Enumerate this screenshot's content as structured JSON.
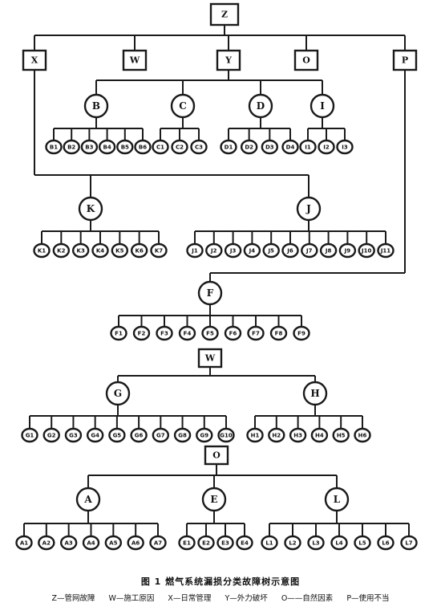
{
  "diagram": {
    "root": "Z",
    "level1": [
      "X",
      "W",
      "Y",
      "O",
      "P"
    ],
    "groups": {
      "B": [
        "B1",
        "B2",
        "B3",
        "B4",
        "B5",
        "B6"
      ],
      "C": [
        "C1",
        "C2",
        "C3"
      ],
      "D": [
        "D1",
        "D2",
        "D3",
        "D4"
      ],
      "I": [
        "I1",
        "I2",
        "I3"
      ],
      "K": [
        "K1",
        "K2",
        "K3",
        "K4",
        "K5",
        "K6",
        "K7"
      ],
      "J": [
        "J1",
        "J2",
        "J3",
        "J4",
        "J5",
        "J6",
        "J7",
        "J8",
        "J9",
        "J10",
        "J11"
      ],
      "F": [
        "F1",
        "F2",
        "F3",
        "F4",
        "F5",
        "F6",
        "F7",
        "F8",
        "F9"
      ],
      "G": [
        "G1",
        "G2",
        "G3",
        "G4",
        "G5",
        "G6",
        "G7",
        "G8",
        "G9",
        "G10"
      ],
      "H": [
        "H1",
        "H2",
        "H3",
        "H4",
        "H5",
        "H6"
      ],
      "A": [
        "A1",
        "A2",
        "A3",
        "A4",
        "A5",
        "A6",
        "A7"
      ],
      "E": [
        "E1",
        "E2",
        "E3",
        "E4"
      ],
      "L": [
        "L1",
        "L2",
        "L3",
        "L4",
        "L5",
        "L6",
        "L7"
      ]
    },
    "section_boxes": {
      "W": "W",
      "O": "O"
    }
  },
  "caption": {
    "title": "图 1    燃气系统漏损分类故障树示意图",
    "legend": [
      "Z—管网故障",
      "W—施工原因",
      "X—日常管理",
      "Y—外力破坏",
      "O——自然因素",
      "P—使用不当"
    ]
  },
  "colors": {
    "line": "#1a1a1a",
    "background": "#ffffff"
  }
}
